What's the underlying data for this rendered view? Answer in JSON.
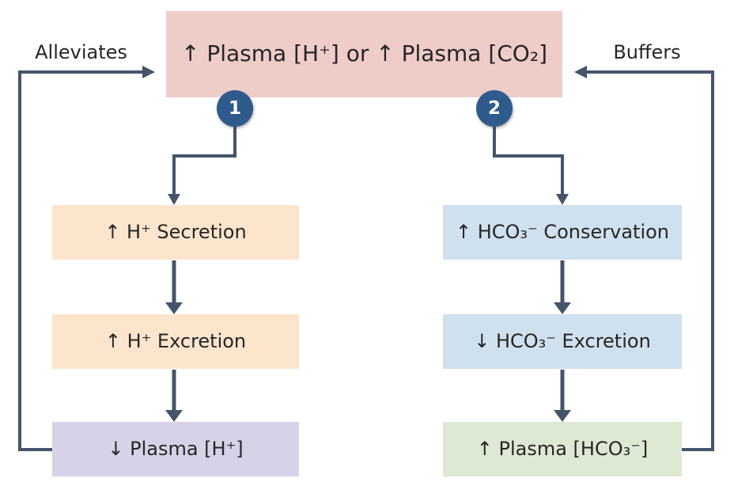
{
  "diagram": {
    "title_box": {
      "label": "↑ Plasma [H⁺] or ↑ Plasma [CO₂]"
    },
    "badges": [
      {
        "label": "1"
      },
      {
        "label": "2"
      }
    ],
    "feedback_labels": {
      "left": "Alleviates",
      "right": "Buffers"
    },
    "left_column": [
      {
        "label": "↑ H⁺ Secretion"
      },
      {
        "label": "↑ H⁺ Excretion"
      },
      {
        "label": "↓ Plasma [H⁺]"
      }
    ],
    "right_column": [
      {
        "label": "↑ HCO₃⁻ Conservation"
      },
      {
        "label": "↓ HCO₃⁻ Excretion"
      },
      {
        "label": "↑ Plasma [HCO₃⁻]"
      }
    ]
  },
  "colors": {
    "pink": "#eeccc8",
    "peach": "#fbe5cd",
    "blue": "#cfe0ee",
    "lavender": "#d8d2e8",
    "green": "#dde9d3",
    "badge": "#2e5a8c",
    "line": "#44546a",
    "text": "#262626",
    "background": "#ffffff"
  }
}
